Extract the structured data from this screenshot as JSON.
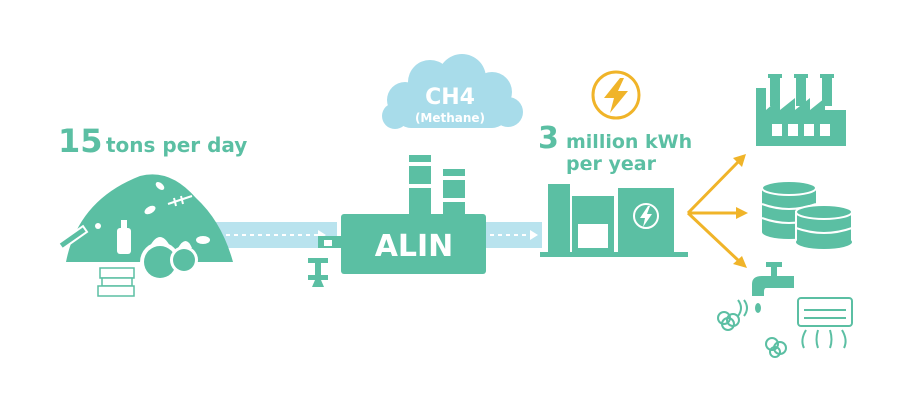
{
  "input": {
    "amount_number": "15",
    "amount_unit": "tons per day"
  },
  "methane": {
    "formula": "CH4",
    "name": "(Methane)"
  },
  "plant": {
    "label": "ALIN"
  },
  "output": {
    "amount_number": "3",
    "amount_unit_line1": "million kWh",
    "amount_unit_line2": "per year"
  },
  "icons": {
    "waste": "food-waste-pile-icon",
    "cloud": "cloud-icon",
    "plant": "biogas-plant-icon",
    "generator": "power-generator-icon",
    "electricity": "lightning-bolt-icon",
    "factory": "factory-icon",
    "storage": "storage-cylinders-icon",
    "water": "water-faucet-icon",
    "hvac": "air-conditioner-icon"
  },
  "colors": {
    "green": "#5bbfa3",
    "light_blue": "#b9e3ee",
    "yellow": "#f0b429",
    "cloud": "#a8dcea"
  }
}
